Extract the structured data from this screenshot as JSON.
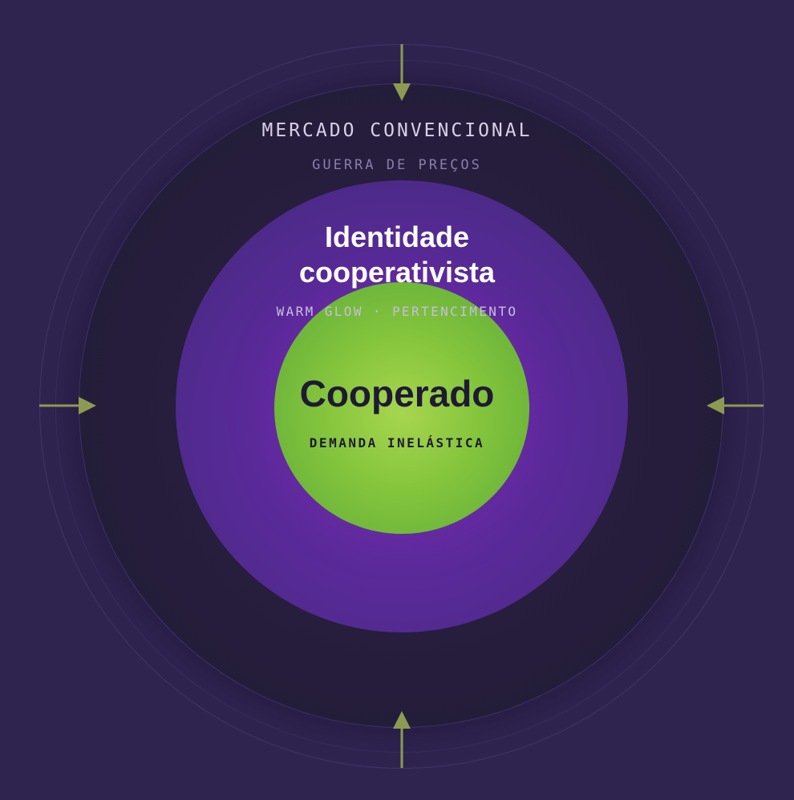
{
  "diagram": {
    "outer_layer": {
      "title": "MERCADO CONVENCIONAL",
      "subtitle": "GUERRA DE PREÇOS"
    },
    "middle_layer": {
      "title_line1": "Identidade",
      "title_line2": "cooperativista",
      "subtitle": "WARM GLOW · PERTENCIMENTO"
    },
    "core": {
      "title": "Cooperado",
      "subtitle": "DEMANDA INELÁSTICA"
    },
    "pressure_arrows": [
      "top",
      "right",
      "bottom",
      "left"
    ],
    "colors": {
      "background": "#2f2450",
      "outer_ring": "#251d3b",
      "middle_ring": "#5a2a9a",
      "core": "#86c63d",
      "arrow": "#8e9a52"
    }
  }
}
